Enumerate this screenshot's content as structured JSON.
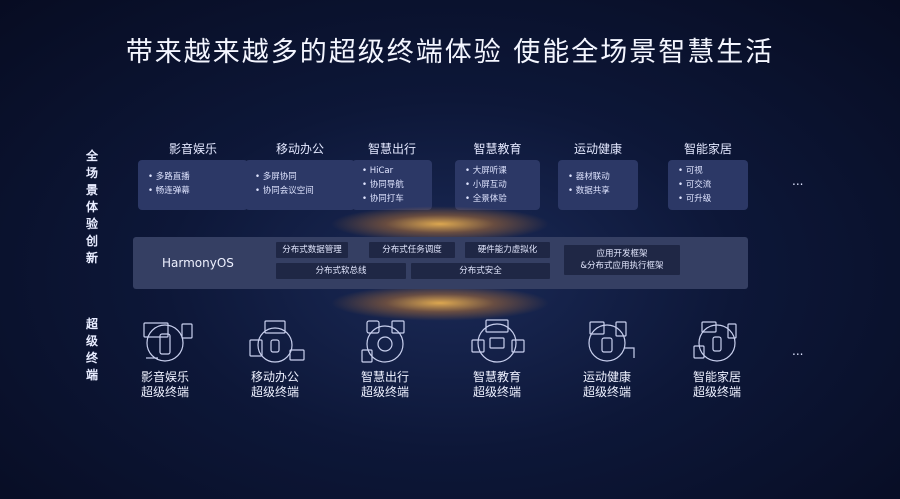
{
  "title": "带来越来越多的超级终端体验 使能全场景智慧生活",
  "side_labels": {
    "innovation": "全场景体验创新",
    "terminal": "超级终端"
  },
  "categories": [
    {
      "title": "影音娱乐",
      "items": [
        "多路直播",
        "畅连弹幕"
      ]
    },
    {
      "title": "移动办公",
      "items": [
        "多屏协同",
        "协同会议空间"
      ]
    },
    {
      "title": "智慧出行",
      "items": [
        "HiCar",
        "协同导航",
        "协同打车"
      ]
    },
    {
      "title": "智慧教育",
      "items": [
        "大屏听课",
        "小屏互动",
        "全景体验"
      ]
    },
    {
      "title": "运动健康",
      "items": [
        "器材联动",
        "数据共享"
      ]
    },
    {
      "title": "智能家居",
      "items": [
        "可视",
        "可交流",
        "可升级"
      ]
    }
  ],
  "ellipsis": "...",
  "os": {
    "name": "HarmonyOS",
    "modules": {
      "data_mgmt": "分布式数据管理",
      "task_sched": "分布式任务调度",
      "hw_virt": "硬件能力虚拟化",
      "soft_bus": "分布式软总线",
      "security": "分布式安全",
      "framework_l1": "应用开发框架",
      "framework_l2": "&分布式应用执行框架"
    }
  },
  "devices": [
    {
      "line1": "影音娱乐",
      "line2": "超级终端",
      "icon": "entertainment-device-icon"
    },
    {
      "line1": "移动办公",
      "line2": "超级终端",
      "icon": "office-device-icon"
    },
    {
      "line1": "智慧出行",
      "line2": "超级终端",
      "icon": "travel-device-icon"
    },
    {
      "line1": "智慧教育",
      "line2": "超级终端",
      "icon": "education-device-icon"
    },
    {
      "line1": "运动健康",
      "line2": "超级终端",
      "icon": "health-device-icon"
    },
    {
      "line1": "智能家居",
      "line2": "超级终端",
      "icon": "home-device-icon"
    }
  ]
}
